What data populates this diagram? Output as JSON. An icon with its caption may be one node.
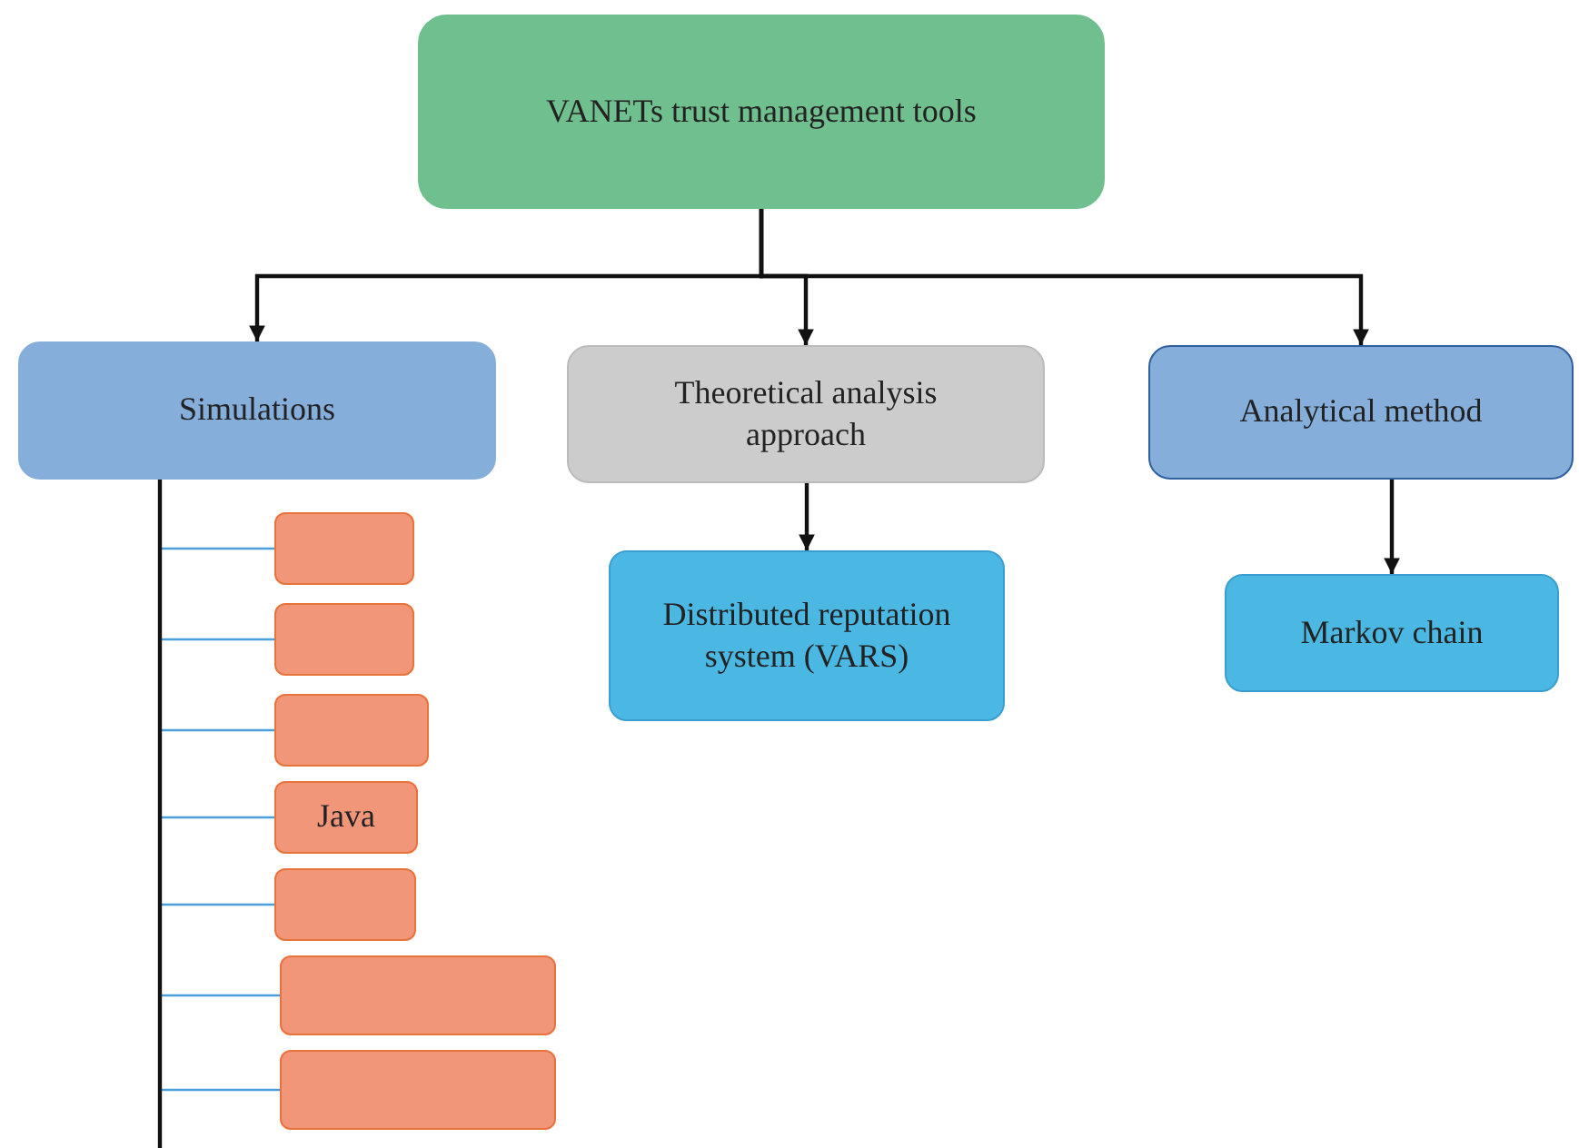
{
  "diagram": {
    "nodes": [
      {
        "text": [
          "VANETs trust management tools"
        ]
      },
      {
        "text": [
          "Simulations"
        ]
      },
      {
        "text": [
          "Theoretical analysis approach"
        ]
      },
      {
        "text": [
          "Analytical method"
        ]
      },
      {
        "text": [
          "Distributed reputation system (VARS)"
        ]
      },
      {
        "text": [
          "Markov chain"
        ]
      },
      {
        "text": [],
        "shape": "box"
      },
      {
        "text": [],
        "shape": "box"
      },
      {
        "text": [],
        "shape": "box"
      },
      {
        "text": [
          "Java"
        ]
      },
      {
        "text": [],
        "shape": "box"
      },
      {
        "text": [],
        "shape": "box"
      },
      {
        "text": [],
        "shape": "box"
      }
    ],
    "edges": [
      {
        "from": 0,
        "to": 1,
        "arrow": "to",
        "color": "#111111"
      },
      {
        "from": 0,
        "to": 2,
        "arrow": "to",
        "color": "#111111"
      },
      {
        "from": 0,
        "to": 3,
        "arrow": "to",
        "color": "#111111"
      },
      {
        "from": 2,
        "to": 4,
        "arrow": "to",
        "color": "#111111"
      },
      {
        "from": 3,
        "to": 5,
        "arrow": "to",
        "color": "#111111"
      },
      {
        "from": 1,
        "to": 6,
        "arrow": "none"
      },
      {
        "from": 1,
        "to": 7,
        "arrow": "none"
      },
      {
        "from": 1,
        "to": 8,
        "arrow": "none"
      },
      {
        "from": 1,
        "to": 9,
        "arrow": "none"
      },
      {
        "from": 1,
        "to": 10,
        "arrow": "none"
      },
      {
        "from": 1,
        "to": 11,
        "arrow": "none"
      },
      {
        "from": 1,
        "to": 12,
        "arrow": "none"
      }
    ]
  }
}
